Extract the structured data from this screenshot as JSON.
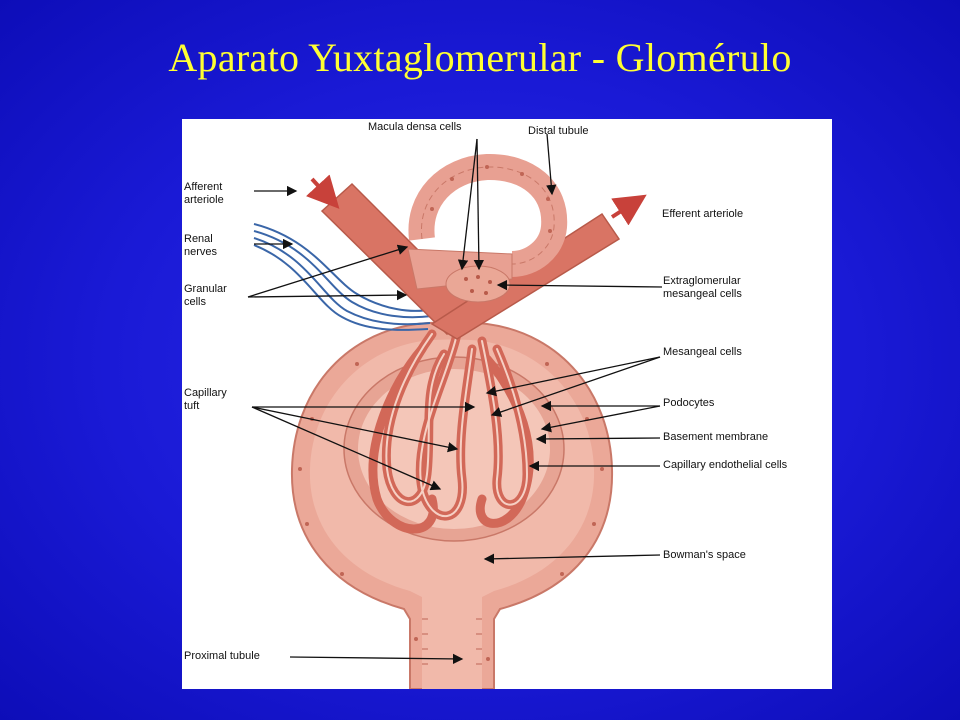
{
  "title": "Aparato Yuxtaglomerular - Glomérulo",
  "colors": {
    "background": "#1a1ad6",
    "title": "#ffff33",
    "tissue": "#e8a092",
    "tissue_dark": "#d9705f",
    "nerve": "#3a66a8",
    "arrow_red": "#c8413a"
  },
  "labels": {
    "macula_densa": "Macula densa cells",
    "distal_tubule": "Distal tubule",
    "afferent_arteriole": "Afferent\narteriole",
    "efferent_arteriole": "Efferent arteriole",
    "renal_nerves": "Renal\nnerves",
    "granular_cells": "Granular\ncells",
    "extraglomerular": "Extraglomerular\nmesangeal cells",
    "mesangeal_cells": "Mesangeal cells",
    "capillary_tuft": "Capillary\ntuft",
    "podocytes": "Podocytes",
    "basement_membrane": "Basement membrane",
    "capillary_endothelial": "Capillary endothelial cells",
    "bowmans_space": "Bowman's space",
    "proximal_tubule": "Proximal tubule"
  }
}
